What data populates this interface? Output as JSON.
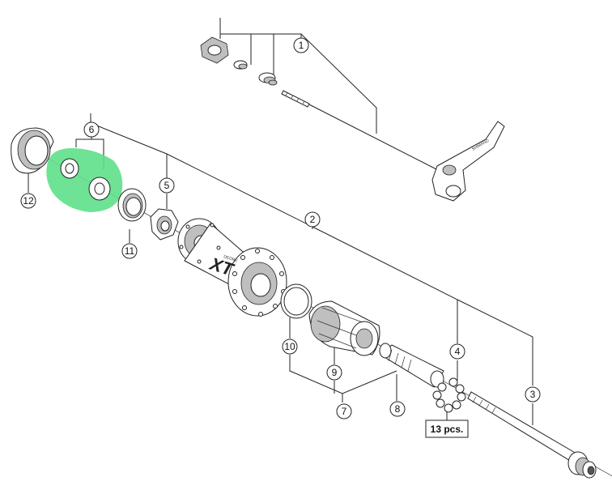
{
  "callouts": [
    {
      "id": "1",
      "label": "1"
    },
    {
      "id": "2",
      "label": "2"
    },
    {
      "id": "3",
      "label": "3"
    },
    {
      "id": "4",
      "label": "4"
    },
    {
      "id": "5",
      "label": "5"
    },
    {
      "id": "6",
      "label": "6"
    },
    {
      "id": "7",
      "label": "7"
    },
    {
      "id": "8",
      "label": "8"
    },
    {
      "id": "9",
      "label": "9"
    },
    {
      "id": "10",
      "label": "10"
    },
    {
      "id": "11",
      "label": "11"
    },
    {
      "id": "12",
      "label": "12"
    }
  ],
  "quantity_note": "13 pcs.",
  "hub_logo": "XT",
  "hub_logo_small": "DEORE",
  "lever_logo": "SHIMANO",
  "highlight_color": "#5fe08a"
}
